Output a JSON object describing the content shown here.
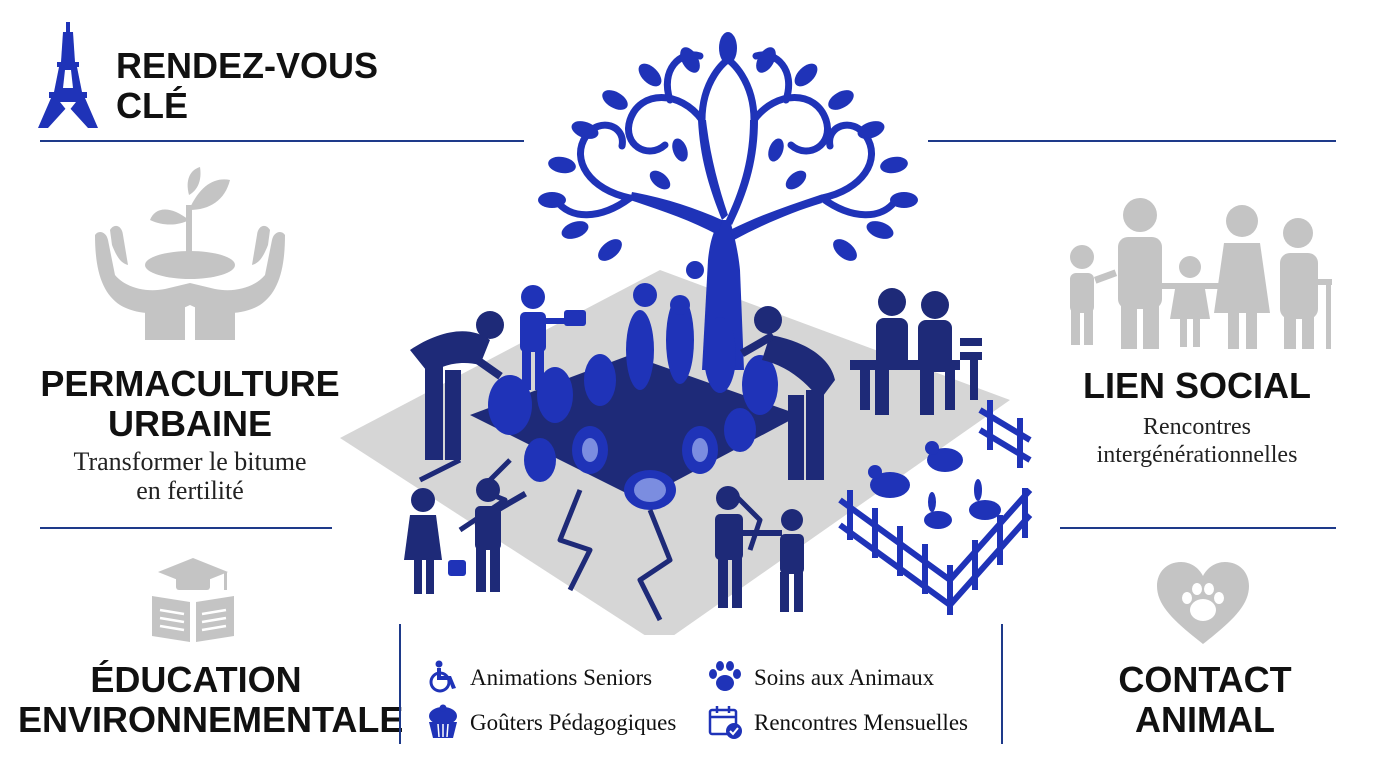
{
  "colors": {
    "primary_blue": "#1f33b8",
    "dark_navy": "#1e2a78",
    "rule_blue": "#1e3a8a",
    "gray_icon": "#c4c4c4",
    "ground_gray": "#d6d6d6"
  },
  "header": {
    "line1": "RENDEZ-VOUS",
    "line2": "CLÉ",
    "icon": "eiffel-tower-icon"
  },
  "permaculture": {
    "title_line1": "PERMACULTURE",
    "title_line2": "URBAINE",
    "subtitle_line1": "Transformer le bitume",
    "subtitle_line2": "en fertilité",
    "icon": "hands-sprout-icon"
  },
  "lien_social": {
    "title": "LIEN SOCIAL",
    "subtitle_line1": "Rencontres",
    "subtitle_line2": "intergénérationnelles",
    "icon": "family-icon"
  },
  "education": {
    "title_line1": "ÉDUCATION",
    "title_line2": "ENVIRONNEMENTALE",
    "icon": "graduation-book-icon"
  },
  "contact_animal": {
    "title_line1": "CONTACT",
    "title_line2": "ANIMAL",
    "icon": "heart-paw-icon"
  },
  "activities": [
    {
      "label": "Animations Seniors",
      "icon": "wheelchair-icon"
    },
    {
      "label": "Soins aux Animaux",
      "icon": "paw-icon"
    },
    {
      "label": "Goûters Pédagogiques",
      "icon": "cupcake-icon"
    },
    {
      "label": "Rencontres Mensuelles",
      "icon": "calendar-check-icon"
    }
  ],
  "illustration": {
    "subject": "community-garden-tree-illustration"
  }
}
